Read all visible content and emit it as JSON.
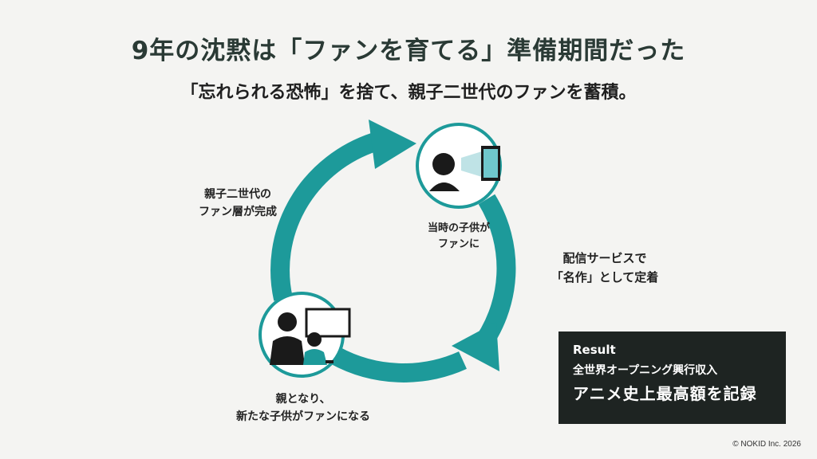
{
  "header": {
    "title": "9年の沈黙は「ファンを育てる」準備期間だった",
    "subtitle": "「忘れられる恐怖」を捨て、親子二世代のファンを蓄積。"
  },
  "cycle": {
    "accent_color": "#1d9a9a",
    "icon_color": "#1a1a1a",
    "nodes": [
      {
        "icon": "child-watching-screen-icon",
        "label_lines": [
          "当時の子供が",
          "ファンに"
        ]
      },
      {
        "icon": "parent-and-child-watching-tv-icon",
        "label_lines": [
          "親となり、",
          "新たな子供がファンになる"
        ]
      }
    ],
    "steps": [
      {
        "label_lines": [
          "配信サービスで",
          "「名作」として定着"
        ]
      },
      {
        "label_lines": [
          "親子二世代の",
          "ファン層が完成"
        ]
      }
    ]
  },
  "result": {
    "label": "Result",
    "subtitle": "全世界オープニング興行収入",
    "headline": "アニメ史上最高額を記録"
  },
  "footer": {
    "copyright": "© NOKID Inc. 2026"
  }
}
